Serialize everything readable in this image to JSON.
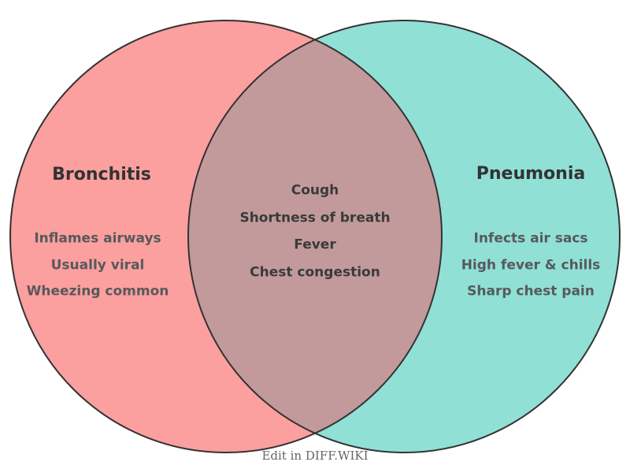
{
  "venn": {
    "left": {
      "title": "Bronchitis",
      "items": [
        "Inflames airways",
        "Usually viral",
        "Wheezing common"
      ]
    },
    "right": {
      "title": "Pneumonia",
      "items": [
        "Infects air sacs",
        "High fever & chills",
        "Sharp chest pain"
      ]
    },
    "overlap": {
      "items": [
        "Cough",
        "Shortness of breath",
        "Fever",
        "Chest congestion"
      ]
    },
    "colors": {
      "left_fill": "#FC9F9F",
      "right_fill": "#90E0D6",
      "overlap_fill": "#C29A9C",
      "outline": "#333333"
    }
  },
  "footer": {
    "edit_label": "Edit in DIFF.WIKI"
  }
}
